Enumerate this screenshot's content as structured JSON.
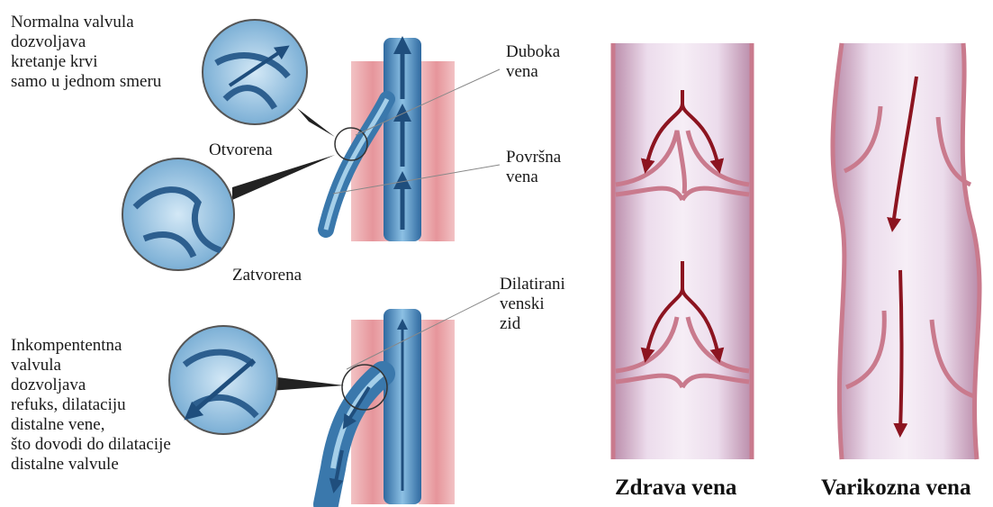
{
  "labels": {
    "normal_valve": "Normalna valvula\ndozvoljava\nkretanje krvi\nsamo u jednom smeru",
    "open": "Otvorena",
    "closed": "Zatvorena",
    "deep_vein": "Duboka\nvena",
    "superficial_vein": "Površna\nvena",
    "dilated_wall": "Dilatirani\nvenski\nzid",
    "incompetent_valve": "Inkompententna\nvalvula\ndozvoljava\nrefuks, dilataciju\ndistalne vene,\nšto dovodi do dilatacije\ndistalne valvule"
  },
  "captions": {
    "healthy": "Zdrava vena",
    "varicose": "Varikozna vena"
  },
  "colors": {
    "muscle": "#e8a3a8",
    "vein_blue": "#4f8fc0",
    "vein_dark": "#2d5f8f",
    "vessel_wall": "#c97a8d",
    "vessel_inner": "#efe2ef",
    "blood_arrow": "#8c1420"
  }
}
